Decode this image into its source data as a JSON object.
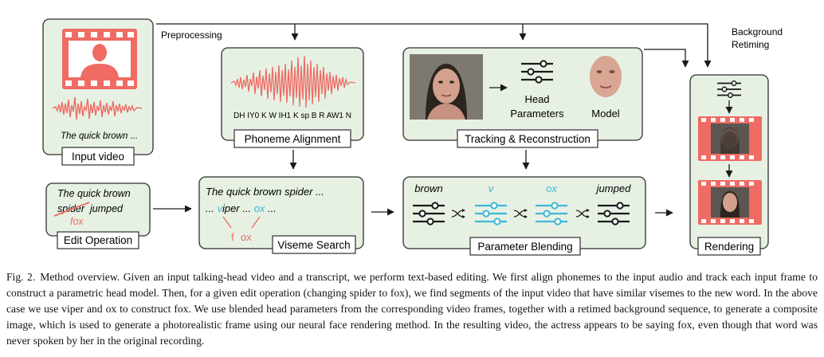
{
  "colors": {
    "box_fill": "#e6f1e3",
    "box_stroke": "#2f2f2f",
    "red": "#ef6b64",
    "cyan": "#3fb6d6",
    "dark": "#1a1a1a"
  },
  "figure": {
    "labels": {
      "preprocessing": "Preprocessing",
      "background_retiming_line1": "Background",
      "background_retiming_line2": "Retiming",
      "input_video": "Input video",
      "phoneme_alignment": "Phoneme Alignment",
      "tracking_reconstruction": "Tracking & Reconstruction",
      "edit_operation": "Edit Operation",
      "viseme_search": "Viseme Search",
      "parameter_blending": "Parameter Blending",
      "rendering": "Rendering"
    },
    "input_video_text": "The quick brown ...",
    "phoneme_string": "DH IY0 K W IH1 K sp B R AW1 N",
    "tracking": {
      "head_parameters_line1": "Head",
      "head_parameters_line2": "Parameters",
      "model": "Model"
    },
    "edit": {
      "line1": "The quick brown",
      "struck_word": "spider",
      "rest_word": "jumped",
      "new_word": "fox"
    },
    "viseme": {
      "line1": "The quick brown spider ...",
      "prefix": "... ",
      "v_letter": "v",
      "v_rest": "iper",
      "dots_mid": " ... ",
      "ox_letters": "ox",
      "dots_end": " ...",
      "f_letter": "f",
      "ox_bottom": "ox"
    },
    "blending": {
      "word_brown": "brown",
      "word_v": "v",
      "word_ox": "ox",
      "word_jumped": "jumped"
    }
  },
  "caption": {
    "label": "Fig. 2.",
    "text": "Method overview. Given an input talking-head video and a transcript, we perform text-based editing. We first align phonemes to the input audio and track each input frame to construct a parametric head model. Then, for a given edit operation (changing spider to fox), we find segments of the input video that have similar visemes to the new word. In the above case we use viper and ox to construct fox. We use blended head parameters from the corresponding video frames, together with a retimed background sequence, to generate a composite image, which is used to generate a photorealistic frame using our neural face rendering method. In the resulting video, the actress appears to be saying fox, even though that word was never spoken by her in the original recording."
  }
}
